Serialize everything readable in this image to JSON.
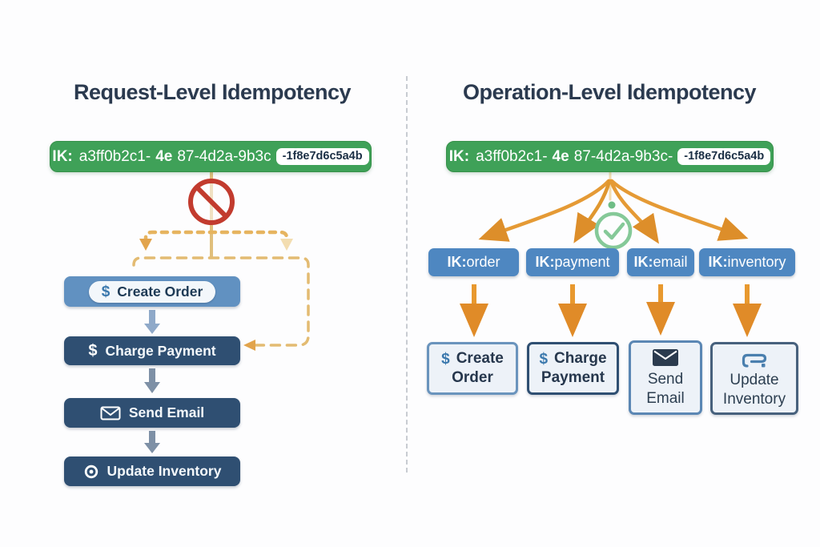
{
  "left_panel": {
    "title": "Request-Level Idempotency",
    "ik": {
      "label": "IK:",
      "part1": "a3ff0b2c1-",
      "part2": "4e",
      "part3": "87-4d2a-9b3c",
      "badge": "-1f8e7d6c5a4b"
    },
    "steps": [
      {
        "icon": "dollar-icon",
        "label": "Create Order"
      },
      {
        "icon": "dollar-icon",
        "label": "Charge Payment"
      },
      {
        "icon": "envelope-icon",
        "label": "Send Email"
      },
      {
        "icon": "target-icon",
        "label": "Update Inventory"
      }
    ]
  },
  "right_panel": {
    "title": "Operation-Level Idempotency",
    "ik": {
      "label": "IK:",
      "part1": "a3ff0b2c1-",
      "part2": "4e",
      "part3": "87-4d2a-9b3c-",
      "badge": "-1f8e7d6c5a4b"
    },
    "keys": [
      {
        "prefix": "IK:",
        "name": "order"
      },
      {
        "prefix": "IK:",
        "name": "payment"
      },
      {
        "prefix": "IK:",
        "name": "email"
      },
      {
        "prefix": "IK:",
        "name": "inventory"
      }
    ],
    "operations": [
      {
        "icon": "dollar-icon",
        "line1": "Create",
        "line2": "Order"
      },
      {
        "icon": "dollar-icon",
        "line1": "Charge",
        "line2": "Payment"
      },
      {
        "icon": "envelope-filled-icon",
        "line1": "Send",
        "line2": "Email"
      },
      {
        "icon": "sync-icon",
        "line1": "Update",
        "line2": "Inventory"
      }
    ]
  },
  "icons": {
    "dollar": "$"
  },
  "colors": {
    "green_bar": "#3fa158",
    "badge_bg": "#ffffff",
    "badge_text": "#1b2f45",
    "title_text": "#2b3a4f",
    "blue_medium": "#4e87c1",
    "navy": "#2f4f72",
    "light_blue_box": "#6191c1",
    "orange_arrow": "#e59a35",
    "gold_dashed": "#e3bb72",
    "prohibition_red": "#c23b2e",
    "check_green": "#85c998"
  }
}
